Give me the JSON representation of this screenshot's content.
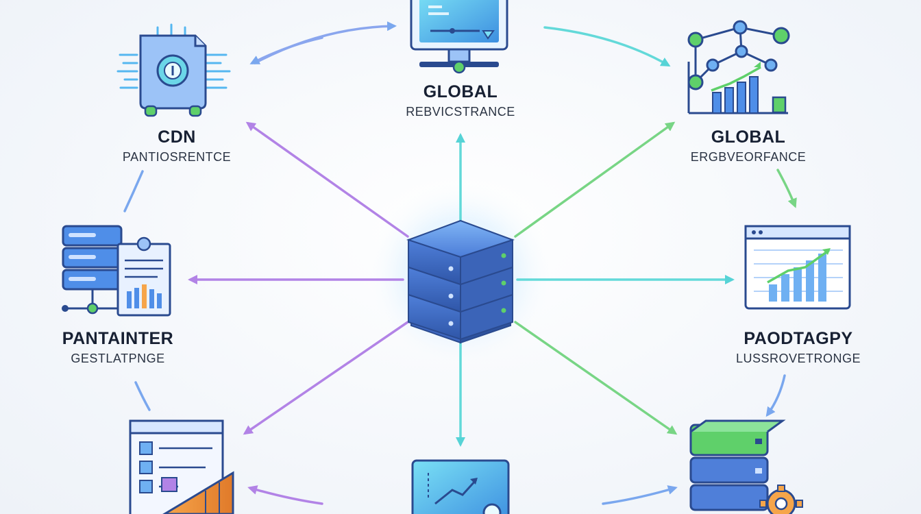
{
  "nodes": {
    "cdn": {
      "title": "CDN",
      "subtitle": "PANTIOSRENTCE"
    },
    "global_top": {
      "title": "GLOBAL",
      "subtitle": "REBVICSTRANCE"
    },
    "global_right": {
      "title": "GLOBAL",
      "subtitle": "ERGBVEORFANCE"
    },
    "left_mid": {
      "title": "PANTAINTER",
      "subtitle": "GESTLATPNGE"
    },
    "right_mid": {
      "title": "PAODTAGPY",
      "subtitle": "LUSSROVETRONGE"
    }
  },
  "icons": {
    "center": "database-server-icon",
    "cdn": "cdn-chip-icon",
    "global_top": "monitor-dashboard-icon",
    "global_right": "network-graph-chart-icon",
    "left_mid": "server-document-icon",
    "right_mid": "analytics-window-icon",
    "bottom_left": "checklist-chart-icon",
    "bottom_center": "trend-screen-icon",
    "bottom_right": "server-gear-icon"
  },
  "colors": {
    "server_blue": "#4f7fd9",
    "status_green": "#5fd06a",
    "arrow_purple": "#b283e6",
    "arrow_teal": "#63d9d9",
    "arrow_green": "#7fd68a",
    "arrow_blue": "#7aa7ee",
    "text_dark": "#172033"
  }
}
